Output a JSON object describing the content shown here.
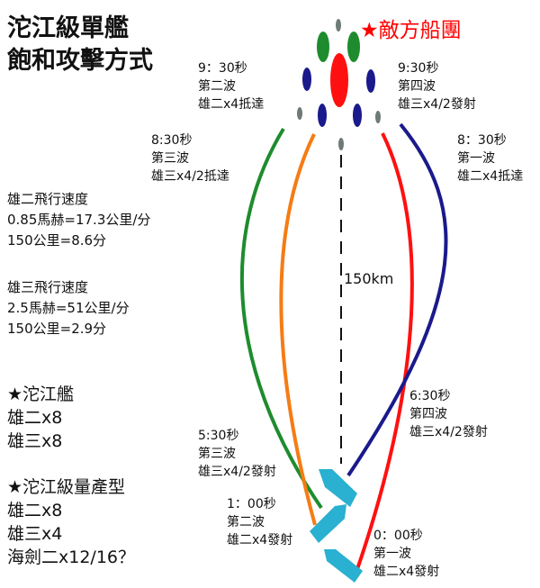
{
  "title": [
    "沱江級單艦",
    "飽和攻擊方式"
  ],
  "enemy_label": "★敵方船團",
  "distance_label": "150km",
  "colors": {
    "wave1": "#1a1a8c",
    "wave2": "#1e8c2e",
    "wave3": "#f57c14",
    "wave4": "#ff1010",
    "ship": "#2ab0d0",
    "enemy_center": "#ff1010",
    "enemy_small": "#6e7a76"
  },
  "wave_labels": {
    "w2_arrive": [
      "9：30秒",
      "第二波",
      "雄二x4抵達"
    ],
    "w4_arrive": [
      "9:30秒",
      "第四波",
      "雄三x4/2發射"
    ],
    "w3_arrive": [
      "8:30秒",
      "第三波",
      "雄三x4/2抵達"
    ],
    "w1_arrive": [
      "8：30秒",
      "第一波",
      "雄二x4抵達"
    ],
    "w4_launch": [
      "6:30秒",
      "第四波",
      "雄三x4/2發射"
    ],
    "w3_launch": [
      "5:30秒",
      "第三波",
      "雄三x4/2發射"
    ],
    "w2_launch": [
      "1：00秒",
      "第二波",
      "雄二x4發射"
    ],
    "w1_launch": [
      "0：00秒",
      "第一波",
      "雄二x4發射"
    ]
  },
  "hf2_speed": [
    "雄二飛行速度",
    "0.85馬赫=17.3公里/分",
    "150公里=8.6分"
  ],
  "hf3_speed": [
    "雄三飛行速度",
    "2.5馬赫=51公里/分",
    "150公里=2.9分"
  ],
  "tuojiang": [
    "★沱江艦",
    "雄二x8",
    "雄三x8"
  ],
  "tuojiang_mass": [
    "★沱江級量產型",
    "雄二x8",
    "雄三x4",
    "海劍二x12/16？"
  ]
}
